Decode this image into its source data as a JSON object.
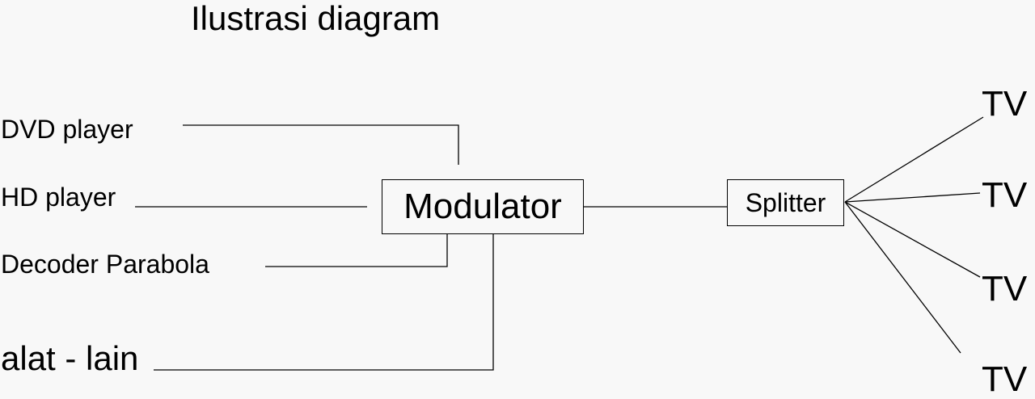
{
  "title": "Ilustrasi diagram",
  "sources": {
    "dvd": "DVD player",
    "hd": "HD player",
    "decoder": "Decoder Parabola",
    "other": "alat - lain"
  },
  "nodes": {
    "modulator": "Modulator",
    "splitter": "Splitter"
  },
  "outputs": [
    "TV",
    "TV",
    "TV",
    "TV"
  ]
}
